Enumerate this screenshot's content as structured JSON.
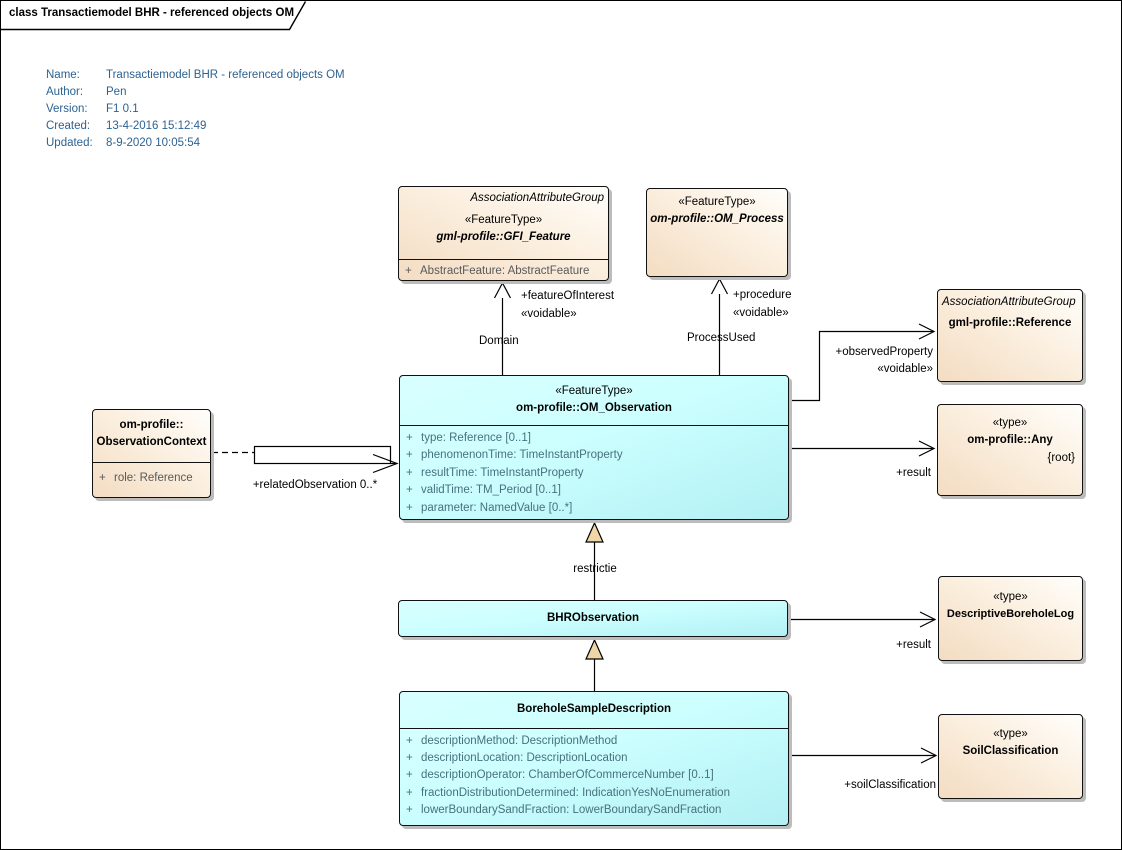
{
  "diagram": {
    "tab_title": "class Transactiemodel BHR - referenced objects OM",
    "metadata": {
      "rows": [
        {
          "label": "Name:",
          "value": "Transactiemodel BHR - referenced objects OM"
        },
        {
          "label": "Author:",
          "value": "Pen"
        },
        {
          "label": "Version:",
          "value": "F1 0.1"
        },
        {
          "label": "Created:",
          "value": "13-4-2016 15:12:49"
        },
        {
          "label": "Updated:",
          "value": "8-9-2020 10:05:54"
        }
      ]
    }
  },
  "classes": {
    "gfi_feature": {
      "headline": "AssociationAttributeGroup",
      "stereotype": "«FeatureType»",
      "name": "gml-profile::GFI_Feature",
      "attributes": [
        {
          "vis": "+",
          "text": "AbstractFeature: AbstractFeature"
        }
      ]
    },
    "om_process": {
      "stereotype": "«FeatureType»",
      "name": "om-profile::OM_Process"
    },
    "reference": {
      "headline": "AssociationAttributeGroup",
      "name": "gml-profile::Reference"
    },
    "any": {
      "stereotype": "«type»",
      "name": "om-profile::Any",
      "constraint": "{root}"
    },
    "observation_context": {
      "name_line1": "om-profile::",
      "name_line2": "ObservationContext",
      "attributes": [
        {
          "vis": "+",
          "text": "role: Reference"
        }
      ]
    },
    "om_observation": {
      "stereotype": "«FeatureType»",
      "name": "om-profile::OM_Observation",
      "attributes": [
        {
          "vis": "+",
          "text": "type: Reference [0..1]"
        },
        {
          "vis": "+",
          "text": "phenomenonTime: TimeInstantProperty"
        },
        {
          "vis": "+",
          "text": "resultTime: TimeInstantProperty"
        },
        {
          "vis": "+",
          "text": "validTime: TM_Period [0..1]"
        },
        {
          "vis": "+",
          "text": "parameter: NamedValue [0..*]"
        }
      ]
    },
    "bhr_observation": {
      "name": "BHRObservation"
    },
    "descriptive_borehole_log": {
      "stereotype": "«type»",
      "name": "DescriptiveBoreholeLog"
    },
    "borehole_sample_description": {
      "name": "BoreholeSampleDescription",
      "attributes": [
        {
          "vis": "+",
          "text": "descriptionMethod: DescriptionMethod"
        },
        {
          "vis": "+",
          "text": "descriptionLocation: DescriptionLocation"
        },
        {
          "vis": "+",
          "text": "descriptionOperator: ChamberOfCommerceNumber [0..1]"
        },
        {
          "vis": "+",
          "text": "fractionDistributionDetermined: IndicationYesNoEnumeration"
        },
        {
          "vis": "+",
          "text": "lowerBoundarySandFraction: LowerBoundarySandFraction"
        }
      ]
    },
    "soil_classification": {
      "stereotype": "«type»",
      "name": "SoilClassification"
    }
  },
  "connectors": {
    "feature_of_interest": {
      "role": "+featureOfInterest",
      "stereotype": "«voidable»",
      "name": "Domain"
    },
    "procedure": {
      "role": "+procedure",
      "stereotype": "«voidable»",
      "name": "ProcessUsed"
    },
    "observed_property": {
      "role": "+observedProperty",
      "stereotype": "«voidable»"
    },
    "result_any": {
      "role": "+result"
    },
    "related_observation": {
      "role": "+relatedObservation 0..*"
    },
    "restrictie": {
      "name": "restrictie"
    },
    "result_log": {
      "role": "+result"
    },
    "soil_classification": {
      "role": "+soilClassification"
    }
  },
  "colors": {
    "class_fill_beige": "#F7E3CC",
    "class_fill_cyan": "#CCFFFF",
    "generalization_triangle": "#EFD6A7",
    "metadata_text": "#2D6292",
    "attribute_text_cyan": "#47717E",
    "attribute_text_beige": "#595959"
  }
}
